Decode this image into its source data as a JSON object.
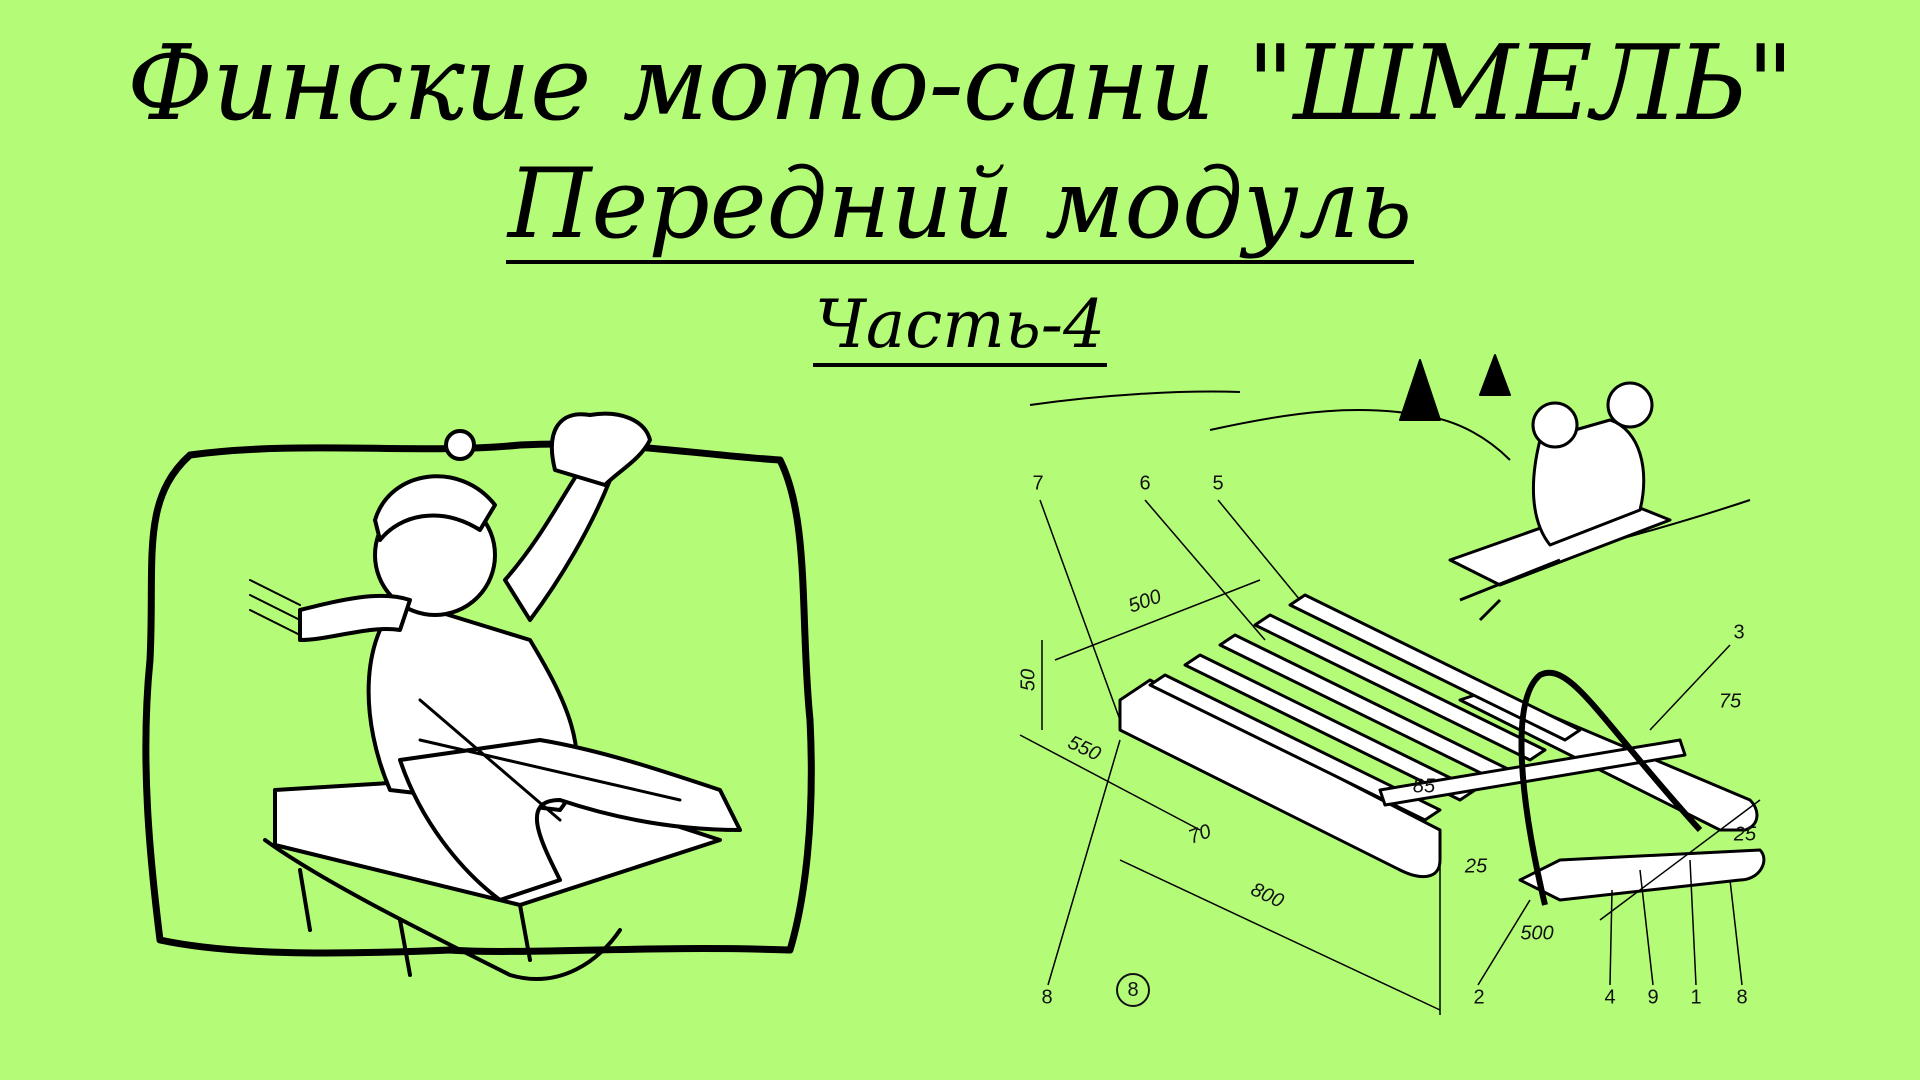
{
  "title": {
    "line1": "Финские мото-сани \"ШМЕЛЬ\"",
    "line2": "Передний модуль",
    "line3": "Часть-4"
  },
  "diagram": {
    "part_labels": [
      "7",
      "6",
      "5",
      "3",
      "8",
      "2",
      "4",
      "9",
      "1",
      "8"
    ],
    "figure_number": "8",
    "dimensions": {
      "width_top": "500",
      "height": "50",
      "depth": "550",
      "gap": "85",
      "slat": "70",
      "runner_height": "25",
      "right_offset": "25",
      "length": "800",
      "front_width": "500",
      "front_offset": "75"
    }
  },
  "colors": {
    "background": "#b4fc78"
  }
}
